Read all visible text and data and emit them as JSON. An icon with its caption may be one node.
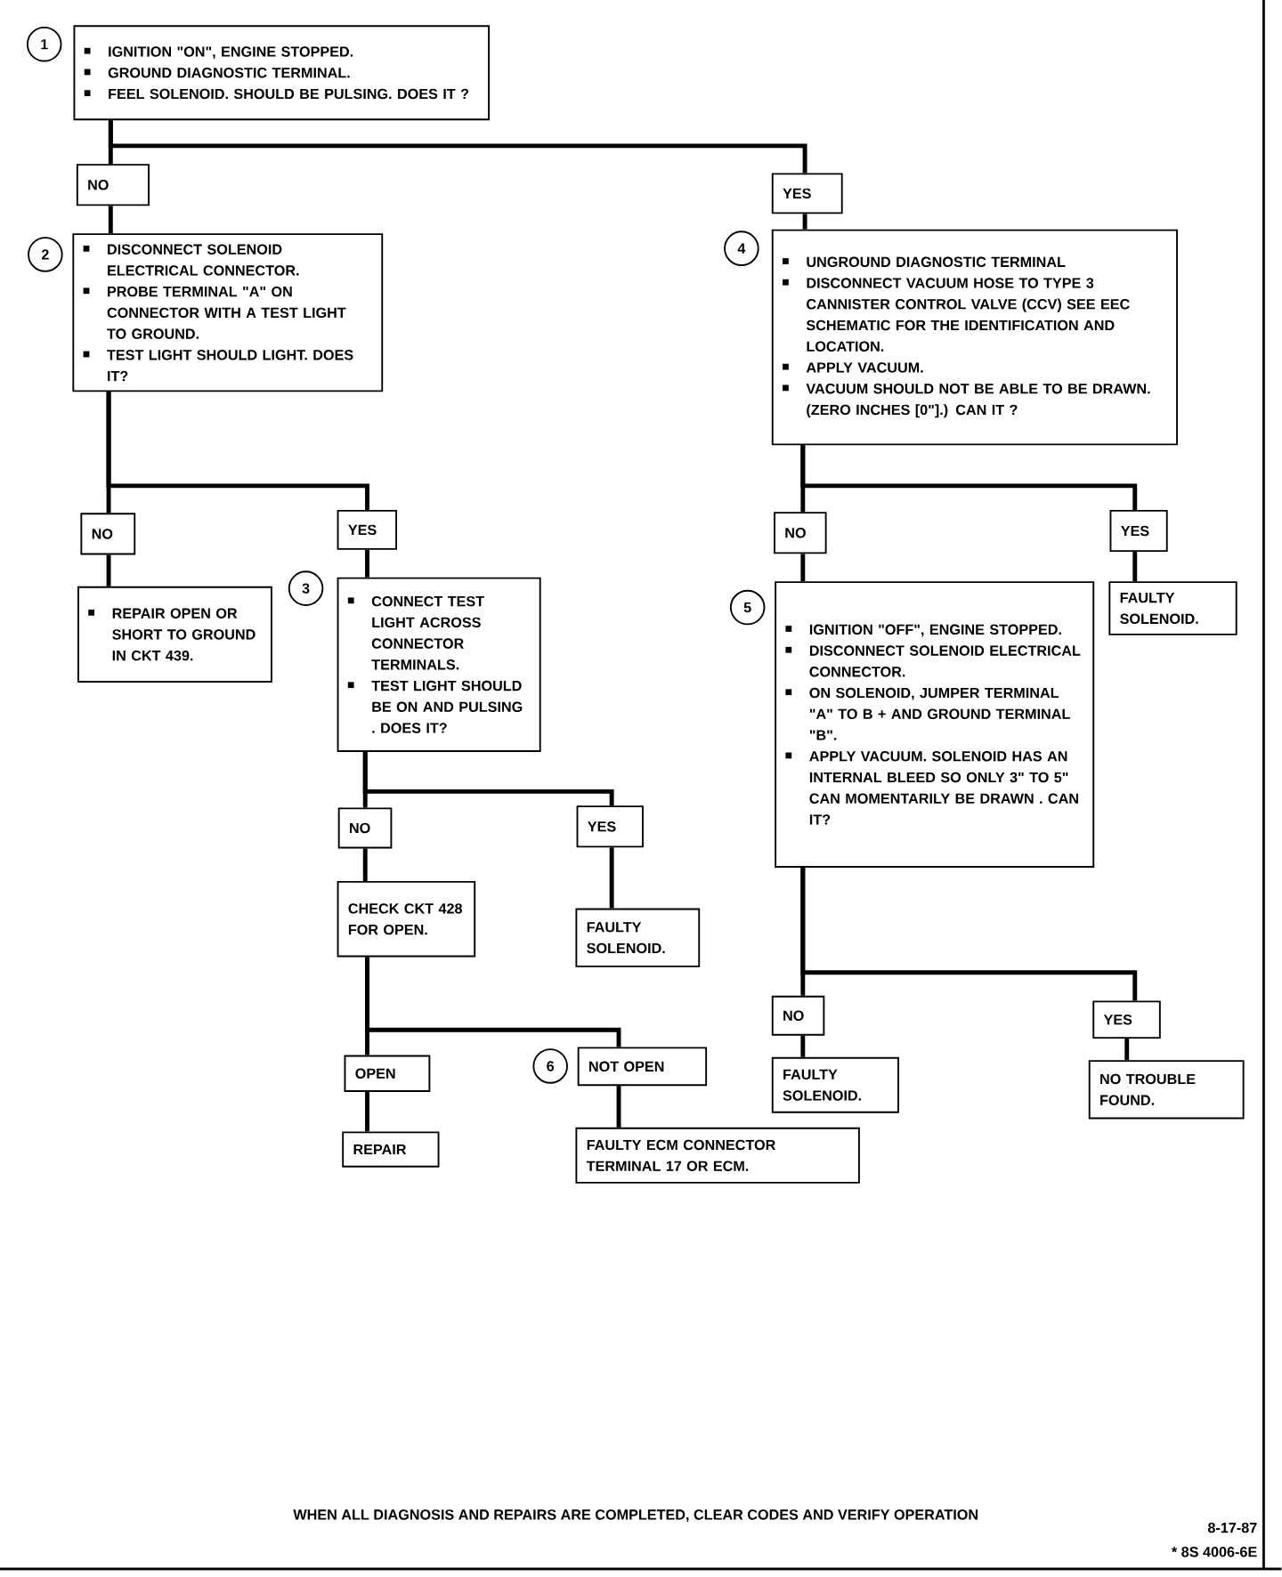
{
  "diagram": {
    "nodes": [
      {
        "text": [
          "IGNITION \"ON\", ENGINE STOPPED.",
          "GROUND DIAGNOSTIC TERMINAL.",
          "FEEL SOLENOID. SHOULD BE PULSING. DOES IT ?"
        ],
        "beside": [
          "1"
        ]
      },
      {
        "text": [
          "NO"
        ]
      },
      {
        "text": [
          "YES"
        ]
      },
      {
        "text": [
          "DISCONNECT SOLENOID ELECTRICAL CONNECTOR.",
          "PROBE TERMINAL \"A\" ON CONNECTOR WITH A TEST LIGHT TO GROUND.",
          "TEST LIGHT SHOULD LIGHT. DOES IT?"
        ],
        "beside": [
          "2"
        ]
      },
      {
        "text": [
          "UNGROUND DIAGNOSTIC TERMINAL",
          "DISCONNECT VACUUM HOSE TO TYPE 3 CANNISTER CONTROL VALVE (CCV) SEE EEC SCHEMATIC FOR THE IDENTIFICATION AND LOCATION.",
          "APPLY VACUUM.",
          "VACUUM SHOULD NOT BE ABLE TO BE DRAWN. (ZERO INCHES [0\"].) CAN IT ?"
        ],
        "beside": [
          "4"
        ]
      },
      {
        "text": [
          "NO"
        ]
      },
      {
        "text": [
          "YES"
        ]
      },
      {
        "text": [
          "NO"
        ]
      },
      {
        "text": [
          "YES"
        ]
      },
      {
        "text": [
          "REPAIR OPEN OR SHORT TO GROUND IN CKT 439."
        ]
      },
      {
        "text": [
          "CONNECT TEST LIGHT ACROSS CONNECTOR TERMINALS.",
          "TEST LIGHT SHOULD BE ON AND PULSING . DOES IT?"
        ],
        "beside": [
          "3"
        ]
      },
      {
        "text": [
          "IGNITION \"OFF\", ENGINE STOPPED.",
          "DISCONNECT SOLENOID ELECTRICAL CONNECTOR.",
          "ON SOLENOID, JUMPER TERMINAL \"A\" TO B + AND GROUND TERMINAL \"B\".",
          "APPLY VACUUM. SOLENOID HAS AN INTERNAL BLEED SO ONLY 3\" TO 5\" CAN MOMENTARILY BE DRAWN . CAN IT?"
        ],
        "beside": [
          "5"
        ]
      },
      {
        "text": [
          "FAULTY SOLENOID."
        ]
      },
      {
        "text": [
          "NO"
        ]
      },
      {
        "text": [
          "YES"
        ]
      },
      {
        "text": [
          "NO"
        ]
      },
      {
        "text": [
          "YES"
        ]
      },
      {
        "text": [
          "CHECK CKT 428 FOR OPEN."
        ]
      },
      {
        "text": [
          "FAULTY SOLENOID."
        ]
      },
      {
        "text": [
          "FAULTY SOLENOID."
        ]
      },
      {
        "text": [
          "NO TROUBLE FOUND."
        ]
      },
      {
        "text": [
          "OPEN"
        ]
      },
      {
        "text": [
          "NOT OPEN"
        ],
        "beside": [
          "6"
        ]
      },
      {
        "text": [
          "REPAIR"
        ]
      },
      {
        "text": [
          "FAULTY ECM CONNECTOR TERMINAL 17 OR ECM."
        ]
      }
    ],
    "edges": [
      {
        "from": 0,
        "to": 1,
        "arrow": "none"
      },
      {
        "from": 0,
        "to": 2,
        "arrow": "none"
      },
      {
        "from": 1,
        "to": 3,
        "arrow": "none"
      },
      {
        "from": 2,
        "to": 4,
        "arrow": "none"
      },
      {
        "from": 3,
        "to": 5,
        "arrow": "none"
      },
      {
        "from": 3,
        "to": 6,
        "arrow": "none"
      },
      {
        "from": 5,
        "to": 9,
        "arrow": "none"
      },
      {
        "from": 6,
        "to": 10,
        "arrow": "none"
      },
      {
        "from": 4,
        "to": 7,
        "arrow": "none"
      },
      {
        "from": 4,
        "to": 8,
        "arrow": "none"
      },
      {
        "from": 7,
        "to": 11,
        "arrow": "none"
      },
      {
        "from": 8,
        "to": 12,
        "arrow": "none"
      },
      {
        "from": 10,
        "to": 13,
        "arrow": "none"
      },
      {
        "from": 10,
        "to": 14,
        "arrow": "none"
      },
      {
        "from": 13,
        "to": 17,
        "arrow": "none"
      },
      {
        "from": 14,
        "to": 18,
        "arrow": "none"
      },
      {
        "from": 11,
        "to": 15,
        "arrow": "none"
      },
      {
        "from": 11,
        "to": 16,
        "arrow": "none"
      },
      {
        "from": 15,
        "to": 19,
        "arrow": "none"
      },
      {
        "from": 16,
        "to": 20,
        "arrow": "none"
      },
      {
        "from": 17,
        "to": 21,
        "arrow": "none"
      },
      {
        "from": 17,
        "to": 22,
        "arrow": "none"
      },
      {
        "from": 21,
        "to": 23,
        "arrow": "none"
      },
      {
        "from": 22,
        "to": 24,
        "arrow": "none"
      }
    ],
    "labels": [
      "WHEN ALL DIAGNOSIS AND REPAIRS ARE COMPLETED, CLEAR CODES AND VERIFY OPERATION",
      "8-17-87",
      "* 8S 4006-6E"
    ]
  }
}
